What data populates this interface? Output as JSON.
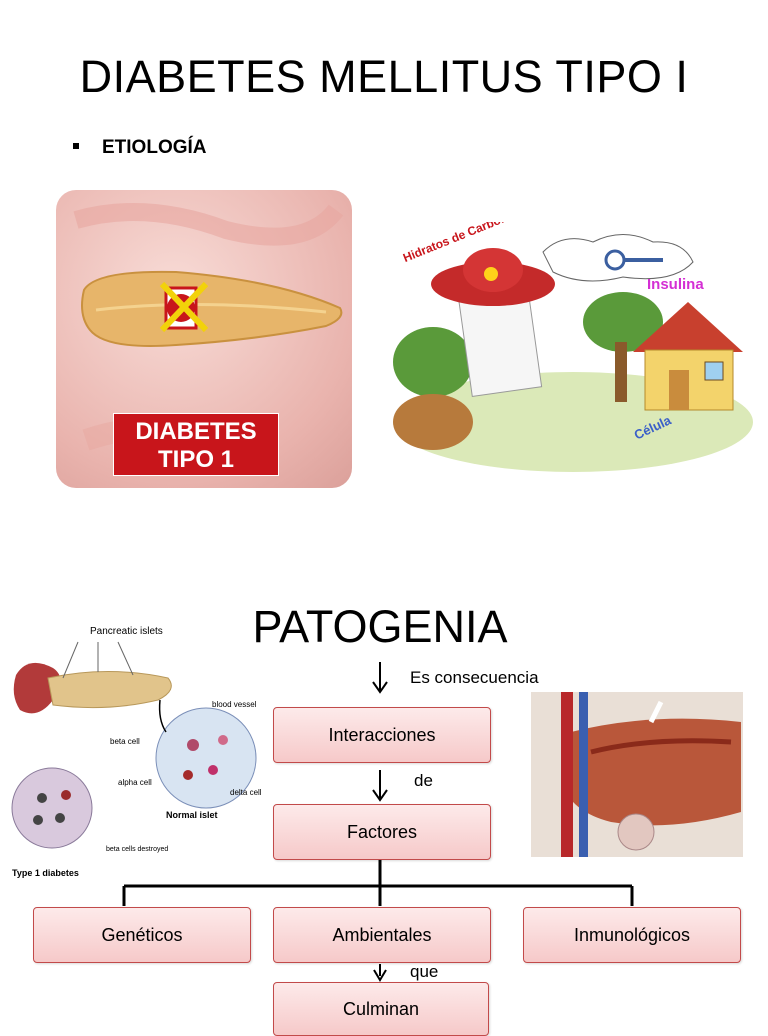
{
  "slide1": {
    "title": "DIABETES MELLITUS TIPO I",
    "bullet": "ETIOLOGÍA",
    "pancreas_image": {
      "badge_line1": "DIABETES",
      "badge_line2": "TIPO 1",
      "colors": {
        "badge": "#c8151b",
        "pancreas": "#e7b56a",
        "cross": "#f2d20a"
      }
    },
    "cartoon_image": {
      "label_carbs": "Hidratos de Carbono",
      "label_insulin": "Insulina",
      "label_cell": "Célula"
    }
  },
  "slide2": {
    "title": "PATOGENIA",
    "islet_image": {
      "pancreatic_islets": "Pancreatic islets",
      "blood_vessel": "blood vessel",
      "beta_cell": "beta cell",
      "alpha_cell": "alpha cell",
      "delta_cell": "delta cell",
      "normal_islet": "Normal islet",
      "beta_destroyed": "beta cells destroyed",
      "type1": "Type 1 diabetes"
    },
    "flow": {
      "connector1": "Es consecuencia",
      "box1": "Interacciones",
      "connector2": "de",
      "box2": "Factores",
      "branches": [
        "Genéticos",
        "Ambientales",
        "Inmunológicos"
      ],
      "connector3": "que",
      "box3": "Culminan"
    }
  }
}
